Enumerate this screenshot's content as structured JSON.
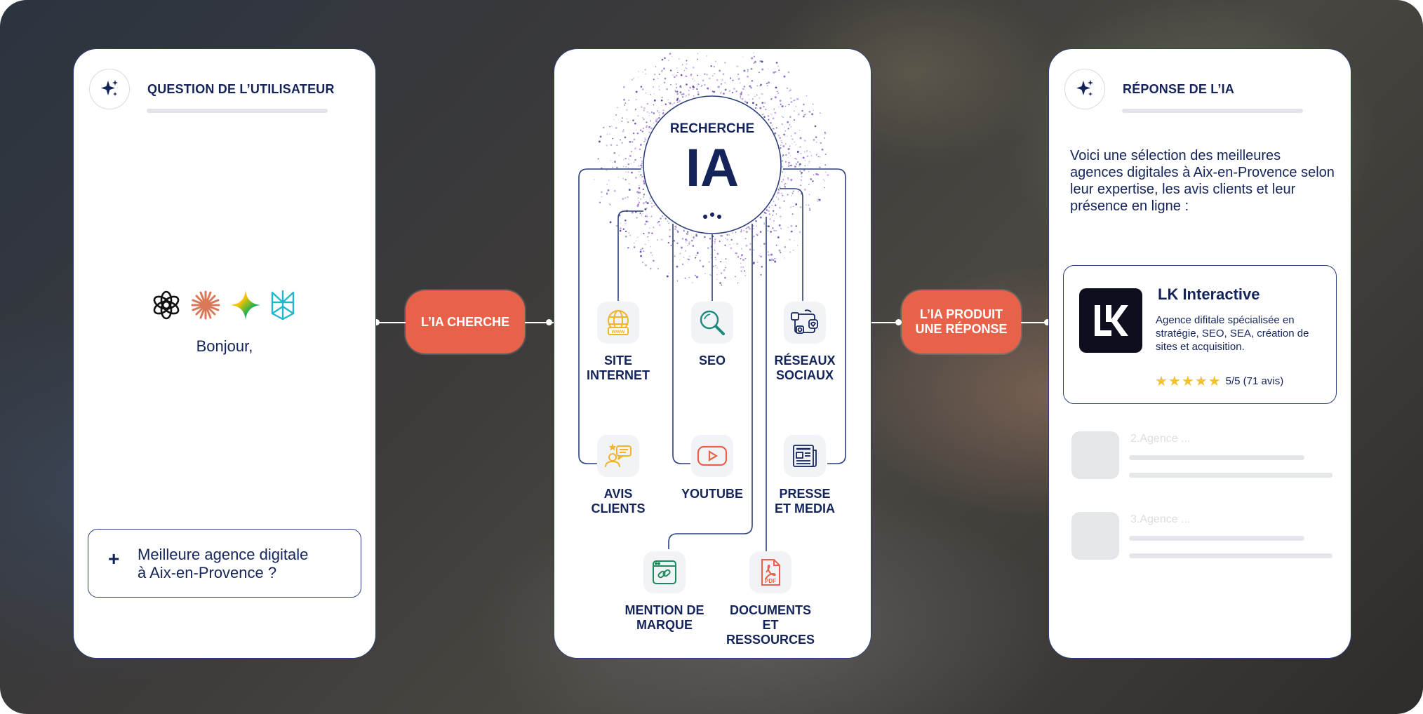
{
  "question_card": {
    "title": "QUESTION DE L’UTILISATEUR",
    "greeting": "Bonjour,",
    "question_line1": "Meilleure agence digitale",
    "question_line2": "à Aix-en-Provence ?",
    "plus": "+"
  },
  "flow": {
    "search_pill": "L’IA CHERCHE",
    "answer_pill_line1": "L’IA PRODUIT",
    "answer_pill_line2": "UNE RÉPONSE"
  },
  "search_card": {
    "hub_small": "RECHERCHE",
    "hub_big": "IA",
    "sources": [
      {
        "line1": "SITE",
        "line2": "INTERNET",
        "icon": "globe-www-icon"
      },
      {
        "line1": "SEO",
        "line2": "",
        "icon": "magnifier-icon"
      },
      {
        "line1": "RÉSEAUX",
        "line2": "SOCIAUX",
        "icon": "social-networks-icon"
      },
      {
        "line1": "AVIS",
        "line2": "CLIENTS",
        "icon": "customer-review-icon"
      },
      {
        "line1": "YOUTUBE",
        "line2": "",
        "icon": "youtube-icon"
      },
      {
        "line1": "PRESSE",
        "line2": "ET MEDIA",
        "icon": "newspaper-icon"
      },
      {
        "line1": "MENTION DE",
        "line2": "MARQUE",
        "icon": "link-mention-icon"
      },
      {
        "line1": "DOCUMENTS",
        "line2": "ET RESSOURCES",
        "icon": "pdf-document-icon"
      }
    ]
  },
  "answer_card": {
    "title": "RÉPONSE DE L’IA",
    "intro": "Voici une sélection des meilleures agences digitales à Aix-en-Provence selon leur expertise, les avis clients et leur présence en ligne :",
    "result": {
      "name": "LK Interactive",
      "description": "Agence difitale spécialisée en stratégie, SEO, SEA, création de sites et acquisition.",
      "stars": "★★★★★",
      "rating": "5/5 (71 avis)"
    },
    "placeholders": [
      "2.Agence ...",
      "3.Agence ..."
    ]
  },
  "colors": {
    "accent": "#e8624a",
    "navy": "#14245a",
    "star": "#f4c22b"
  }
}
